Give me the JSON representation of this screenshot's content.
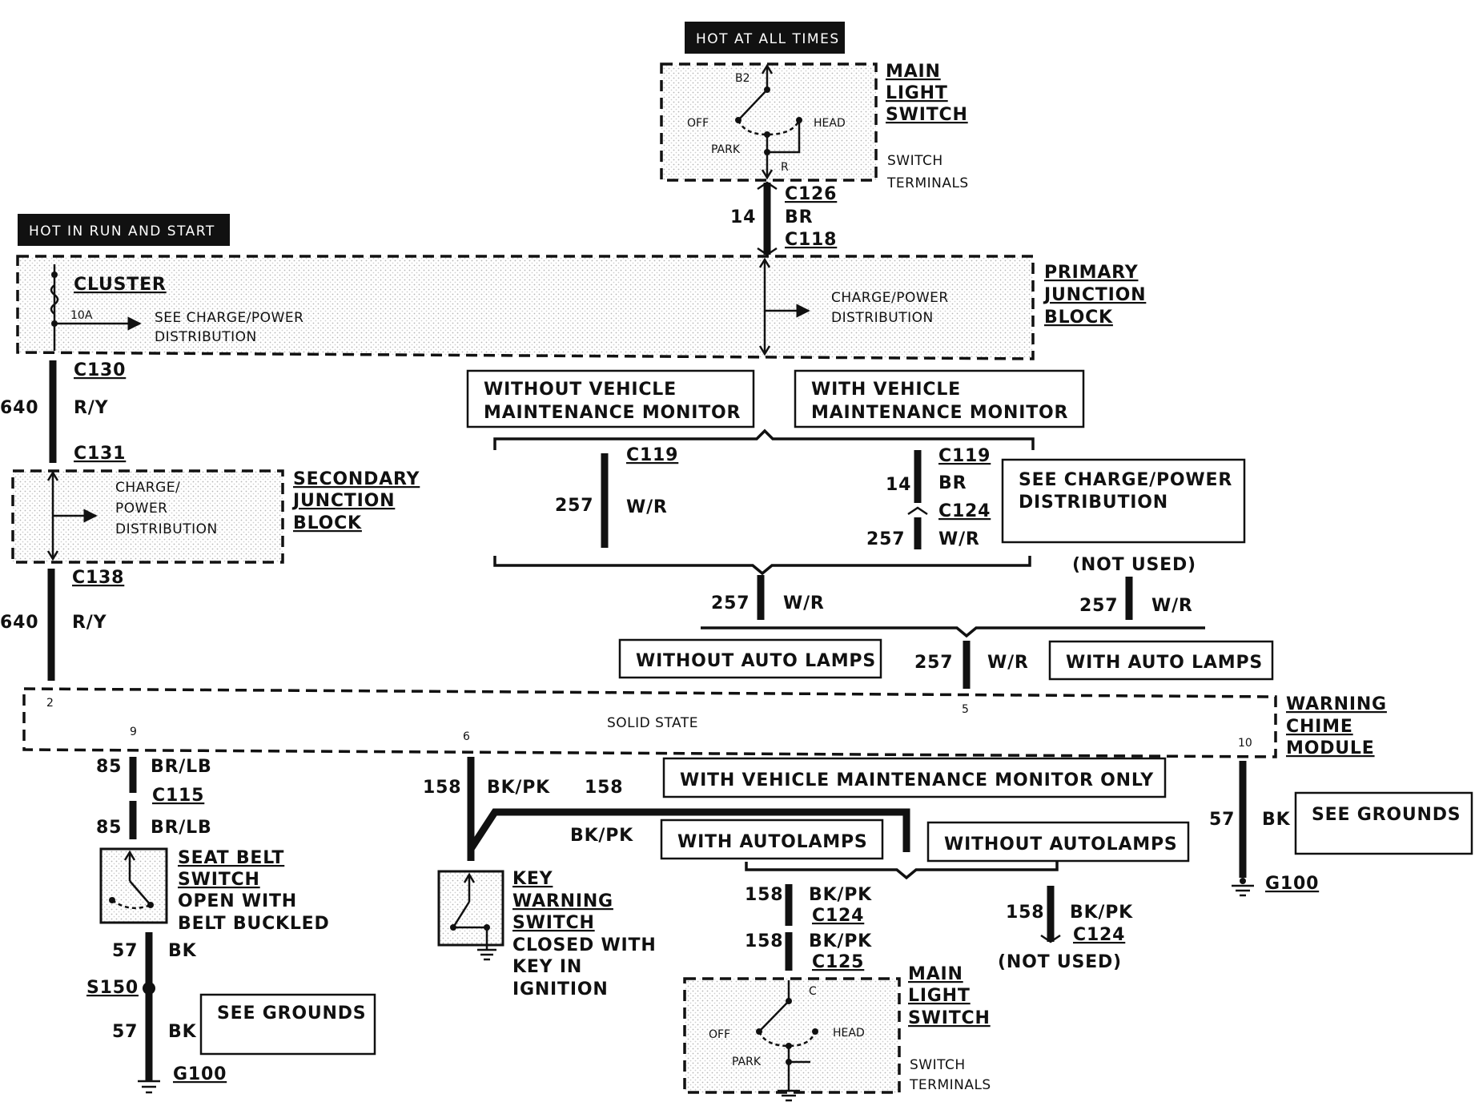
{
  "headers": {
    "hot_at_all_times": "HOT AT ALL TIMES",
    "hot_in_run_start": "HOT IN  RUN  AND  START"
  },
  "main_switch_top": {
    "name": [
      "MAIN",
      "LIGHT",
      "SWITCH"
    ],
    "terminals": [
      "SWITCH",
      "TERMINALS"
    ],
    "b2": "B2",
    "off": "OFF",
    "head": "HEAD",
    "park": "PARK",
    "r": "R"
  },
  "top_wire": {
    "c126": "C126",
    "num": "14",
    "color": "BR",
    "c118": "C118"
  },
  "primary_jb": {
    "name": [
      "PRIMARY",
      "JUNCTION",
      "BLOCK"
    ],
    "cluster": "CLUSTER",
    "fuse": "10A",
    "see1": [
      "SEE CHARGE/POWER",
      "DISTRIBUTION"
    ],
    "see2": [
      "CHARGE/POWER",
      "DISTRIBUTION"
    ]
  },
  "left_wire1": {
    "c130": "C130",
    "num": "640",
    "color": "R/Y",
    "c131": "C131"
  },
  "secondary_jb": {
    "name": [
      "SECONDARY",
      "JUNCTION",
      "BLOCK"
    ],
    "text": [
      "CHARGE/",
      "POWER",
      "DISTRIBUTION"
    ]
  },
  "left_wire2": {
    "c138": "C138",
    "num": "640",
    "color": "R/Y"
  },
  "options": {
    "without_vmm": [
      "WITHOUT VEHICLE",
      "MAINTENANCE MONITOR"
    ],
    "with_vmm": [
      "WITH VEHICLE",
      "MAINTENANCE MONITOR"
    ],
    "see_charge": [
      "SEE CHARGE/POWER",
      "DISTRIBUTION"
    ],
    "without_auto_lamps": "WITHOUT AUTO LAMPS",
    "with_auto_lamps": "WITH AUTO LAMPS",
    "not_used_1": "(NOT USED)"
  },
  "vmm_wires": {
    "c119": "C119",
    "n257": "257",
    "wr": "W/R",
    "n14": "14",
    "br": "BR",
    "c124": "C124"
  },
  "chime_module": {
    "name": [
      "WARNING",
      "CHIME",
      "MODULE"
    ],
    "solid_state": "SOLID STATE",
    "pins": {
      "p2": "2",
      "p9": "9",
      "p6": "6",
      "p5": "5",
      "p10": "10"
    }
  },
  "seat_belt": {
    "n85": "85",
    "brlb": "BR/LB",
    "c115": "C115",
    "name": [
      "SEAT BELT",
      "SWITCH"
    ],
    "desc": [
      "OPEN WITH",
      "BELT BUCKLED"
    ],
    "n57": "57",
    "bk": "BK",
    "s150": "S150",
    "see_grounds": "SEE GROUNDS",
    "g100": "G100"
  },
  "key_warning": {
    "n158": "158",
    "bkpk": "BK/PK",
    "name": [
      "KEY",
      "WARNING",
      "SWITCH"
    ],
    "desc": [
      "CLOSED WITH",
      "KEY IN",
      "IGNITION"
    ]
  },
  "vmm_only": "WITH VEHICLE MAINTENANCE MONITOR ONLY",
  "with_autolamps": "WITH AUTOLAMPS",
  "without_autolamps": "WITHOUT AUTOLAMPS",
  "bottom_wires": {
    "n158": "158",
    "bkpk": "BK/PK",
    "c124": "C124",
    "c125": "C125",
    "not_used": "(NOT USED)"
  },
  "main_switch_bottom": {
    "name": [
      "MAIN",
      "LIGHT",
      "SWITCH"
    ],
    "terminals": [
      "SWITCH",
      "TERMINALS"
    ],
    "c": "C",
    "off": "OFF",
    "head": "HEAD",
    "park": "PARK"
  },
  "ground_right": {
    "n57": "57",
    "bk": "BK",
    "see_grounds": "SEE GROUNDS",
    "g100": "G100"
  }
}
